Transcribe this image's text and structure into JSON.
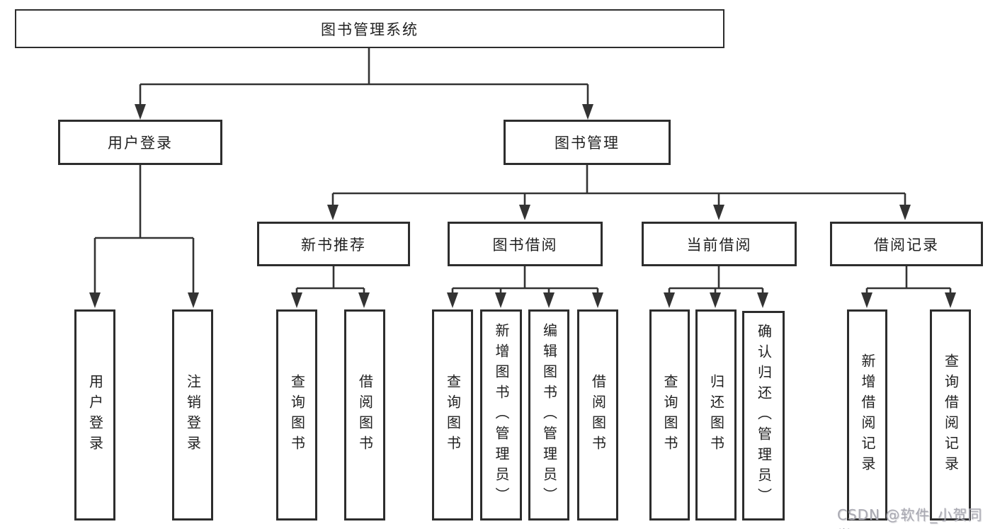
{
  "diagram": {
    "root": {
      "label": "图书管理系统"
    },
    "branches": [
      {
        "label": "用户登录",
        "leaves": [
          {
            "label": "用户登录"
          },
          {
            "label": "注销登录"
          }
        ]
      },
      {
        "label": "图书管理",
        "sections": [
          {
            "label": "新书推荐",
            "leaves": [
              {
                "label": "查询图书"
              },
              {
                "label": "借阅图书"
              }
            ]
          },
          {
            "label": "图书借阅",
            "leaves": [
              {
                "label": "查询图书"
              },
              {
                "label": "新增图书（管理员）"
              },
              {
                "label": "编辑图书（管理员）"
              },
              {
                "label": "借阅图书"
              }
            ]
          },
          {
            "label": "当前借阅",
            "leaves": [
              {
                "label": "查询图书"
              },
              {
                "label": "归还图书"
              },
              {
                "label": "确认归还（管理员）"
              }
            ]
          },
          {
            "label": "借阅记录",
            "leaves": [
              {
                "label": "新增借阅记录"
              },
              {
                "label": "查询借阅记录"
              }
            ]
          }
        ]
      }
    ]
  },
  "watermark": {
    "text": "CSDN @软件_小贺同学"
  },
  "colors": {
    "line": "#333333",
    "box_border": "#2d2d2d",
    "box_fill": "#ffffff",
    "text": "#212121",
    "watermark": "#a9a9b2"
  }
}
